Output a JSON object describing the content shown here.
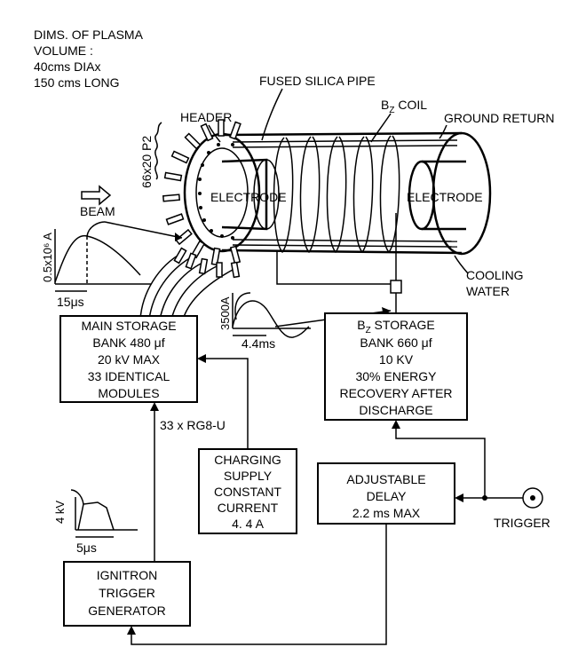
{
  "plasma_dims": {
    "line1": "DIMS. OF PLASMA",
    "line2": "VOLUME :",
    "line3": "40cms DIAx",
    "line4": "150 cms  LONG"
  },
  "labels": {
    "header": "HEADER",
    "fused_silica_pipe": "FUSED SILICA PIPE",
    "bz_coil_b": "B",
    "bz_coil_sub": "Z",
    "bz_coil_rest": " COIL",
    "ground_return": "GROUND RETURN",
    "cable_count": "66x20 P2",
    "beam": "BEAM",
    "electrode_left": "ELECTRODE",
    "electrode_right": "ELECTRODE",
    "cooling_water_1": "COOLING",
    "cooling_water_2": "WATER",
    "rg8u": "33 x RG8-U",
    "trigger": "TRIGGER"
  },
  "waveforms": {
    "beam_current_amp": "0.5x10⁶ A",
    "beam_current_time": "15μs",
    "bz_current_amp": "3500A",
    "bz_current_time": "4.4ms",
    "ignitron_amp": "4 kV",
    "ignitron_time": "5μs"
  },
  "blocks": {
    "main_storage": [
      "MAIN STORAGE",
      "BANK  480 μf",
      "20 kV MAX",
      "33 IDENTICAL",
      "MODULES"
    ],
    "bz_storage_title_b": "B",
    "bz_storage_title_sub": "Z",
    "bz_storage_title_rest": " STORAGE",
    "bz_storage": [
      "BANK   660 μf",
      "10 KV",
      "30%  ENERGY",
      "RECOVERY AFTER",
      "DISCHARGE"
    ],
    "charging_supply": [
      "CHARGING",
      "SUPPLY",
      "CONSTANT",
      "CURRENT",
      "4. 4 A"
    ],
    "adjustable_delay": [
      "ADJUSTABLE",
      "DELAY",
      "2.2 ms  MAX"
    ],
    "ignitron": [
      "IGNITRON",
      "TRIGGER",
      "GENERATOR"
    ]
  }
}
